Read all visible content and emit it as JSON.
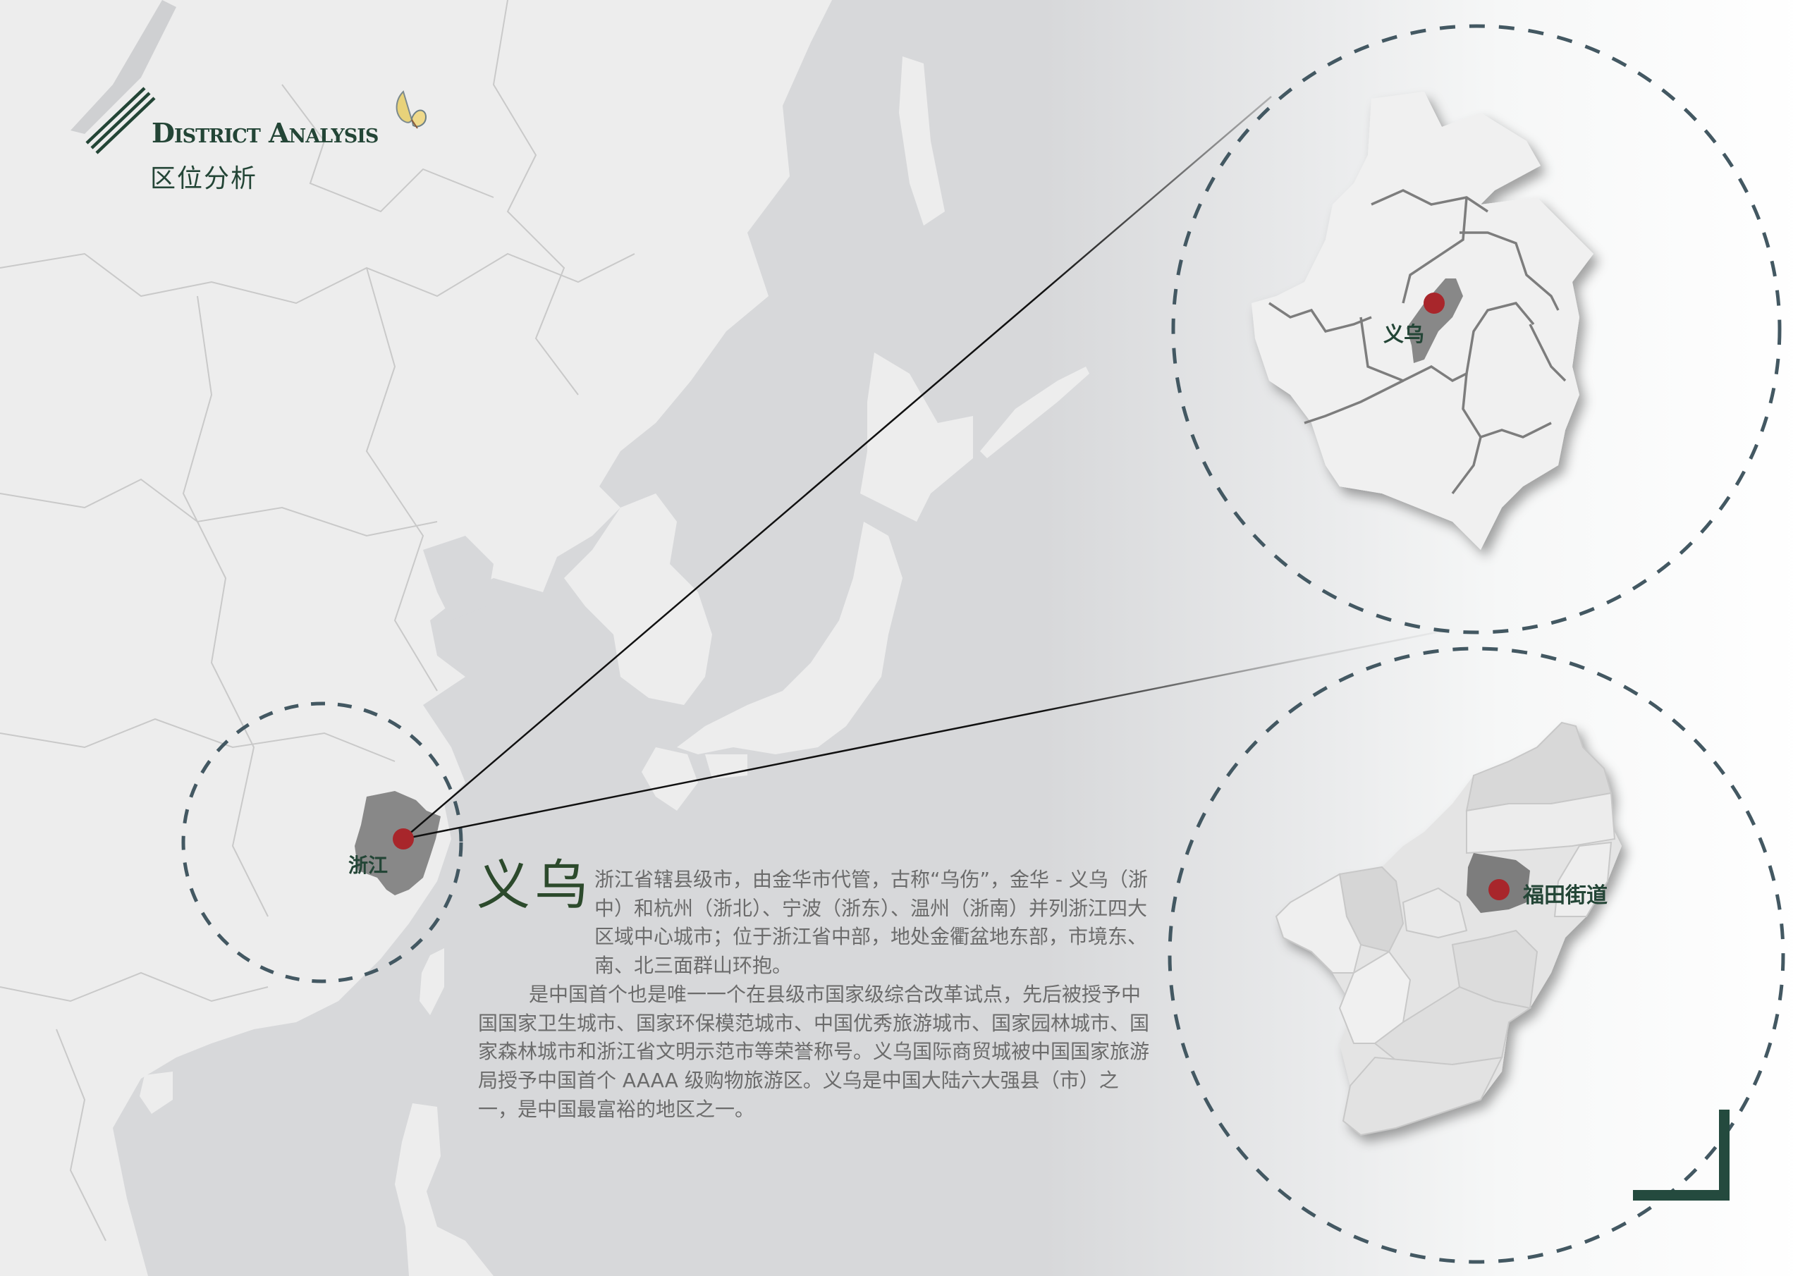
{
  "header": {
    "title_en": "District Analysis",
    "title_cn": "区位分析"
  },
  "map": {
    "colors": {
      "sea": "#d7d8da",
      "land": "#ededed",
      "highlight_region": "#888888",
      "marker": "#a8262b",
      "dashed_circle": "#435862",
      "label": "#234536",
      "connector_line": "#111111"
    },
    "overview_label": "浙江",
    "province_label": "义乌",
    "city_label": "福田街道"
  },
  "description": {
    "title": "义乌",
    "paragraph1": "浙江省辖县级市，由金华市代管，古称“乌伤”，金华 - 义乌（浙中）和杭州（浙北）、宁波（浙东）、温州（浙南）并列浙江四大区域中心城市；位于浙江省中部，地处金衢盆地东部，市境东、南、北三面群山环抱。",
    "paragraph2": "是中国首个也是唯一一个在县级市国家级综合改革试点，先后被授予中国国家卫生城市、国家环保模范城市、中国优秀旅游城市、国家园林城市、国家森林城市和浙江省文明示范市等荣誉称号。义乌国际商贸城被中国国家旅游局授予中国首个 AAAA 级购物旅游区。义乌是中国大陆六大强县（市）之一，是中国最富裕的地区之一。"
  }
}
